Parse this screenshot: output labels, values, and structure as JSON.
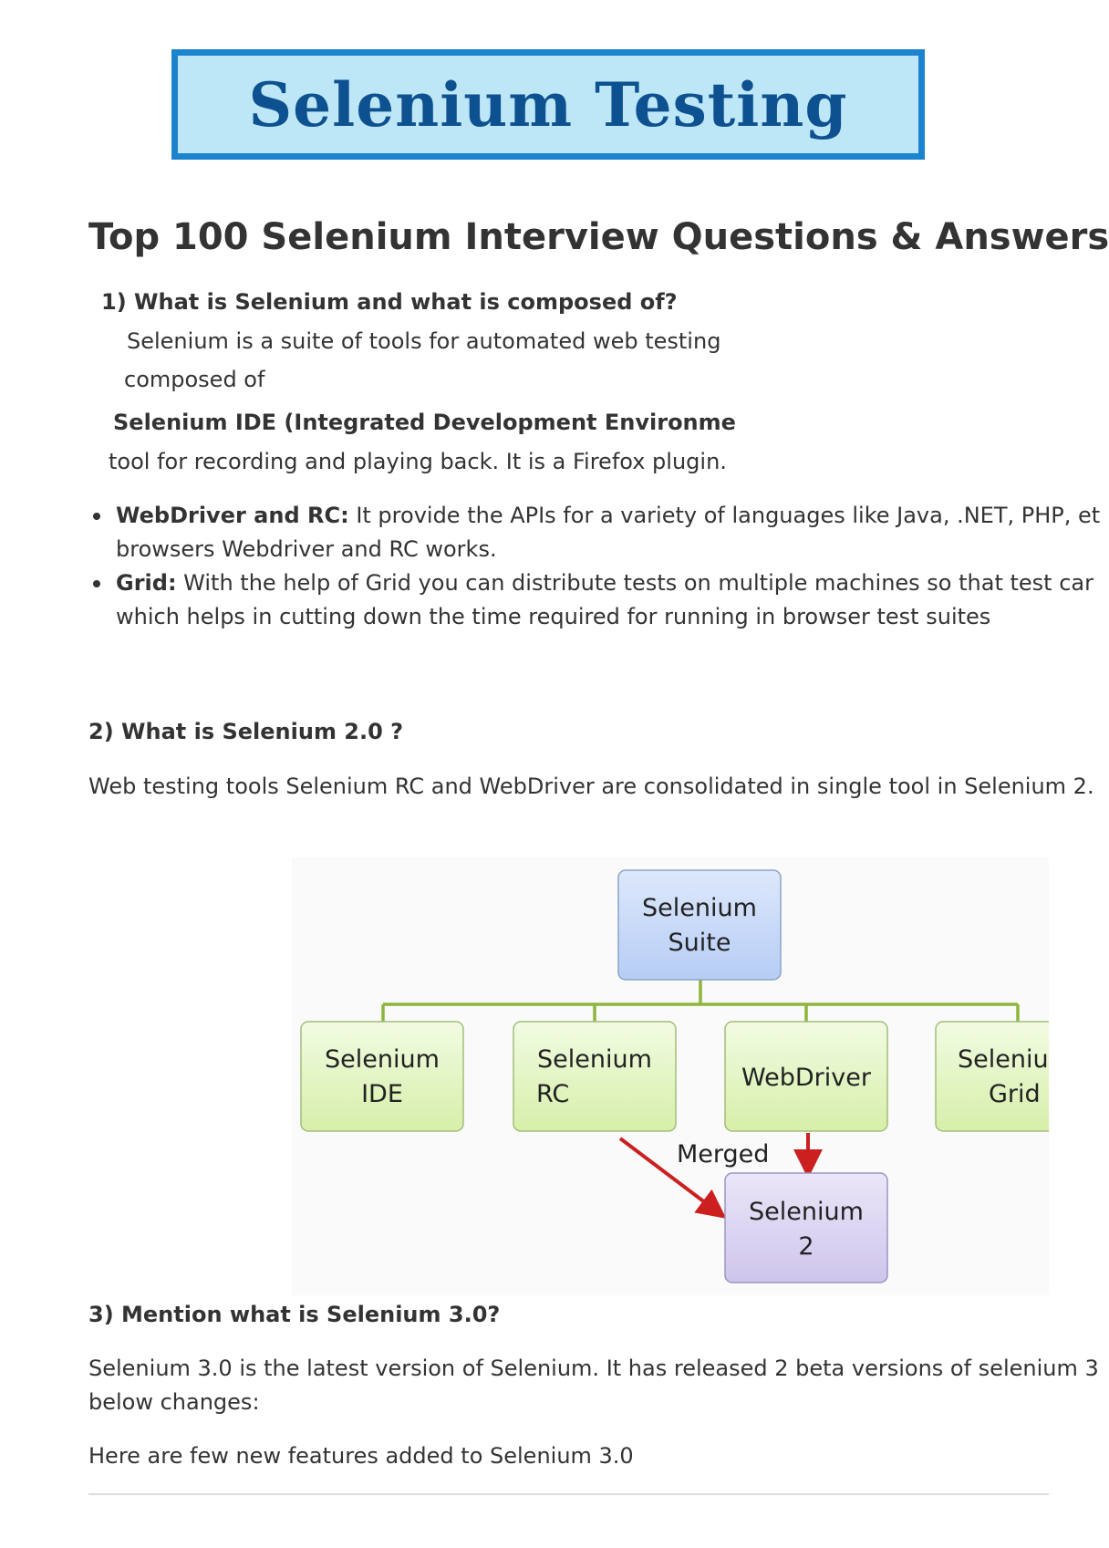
{
  "banner": {
    "title": "Selenium Testing"
  },
  "main_title": "Top 100 Selenium Interview Questions & Answers",
  "q1": {
    "question": "1) What is Selenium and what is composed of?",
    "answer_line1": "Selenium is a suite of tools for automated web testing",
    "answer_line2": "composed of",
    "ide_heading": "Selenium IDE (Integrated Development Environme",
    "ide_text": "tool for recording and playing back. It is a Firefox plugin.",
    "bullets": [
      {
        "label": "WebDriver and RC:",
        "text": " It provide the APIs for a variety of languages like Java, .NET, PHP, et",
        "cont": "browsers Webdriver and RC works."
      },
      {
        "label": "Grid:",
        "text": " With the help of Grid you can distribute tests on multiple machines so that test car",
        "cont": "which helps in cutting down the time required for running in browser test suites"
      }
    ]
  },
  "q2": {
    "question": "2) What is Selenium 2.0 ?",
    "answer": "Web testing tools Selenium RC and WebDriver are consolidated in single tool in Selenium 2."
  },
  "diagram": {
    "suite": [
      "Selenium",
      "Suite"
    ],
    "ide": [
      "Selenium",
      "IDE"
    ],
    "rc": [
      "Selenium",
      "RC"
    ],
    "webdriver": "WebDriver",
    "grid": [
      "Seleniu",
      "Grid"
    ],
    "merged": "Merged",
    "selenium2": [
      "Selenium",
      "2"
    ],
    "colors": {
      "suite": "#c9dbf8",
      "children": "#e3f5c4",
      "selenium2": "#ddd6f2",
      "connector": "#8db53c",
      "arrow": "#cc1f1f"
    }
  },
  "q3": {
    "question": "3) Mention what is Selenium 3.0?",
    "answer_line1": "Selenium 3.0 is the latest version of Selenium. It has released 2 beta versions of selenium 3",
    "answer_line2": "below changes:",
    "features_intro": "Here are few new features added to Selenium 3.0"
  }
}
